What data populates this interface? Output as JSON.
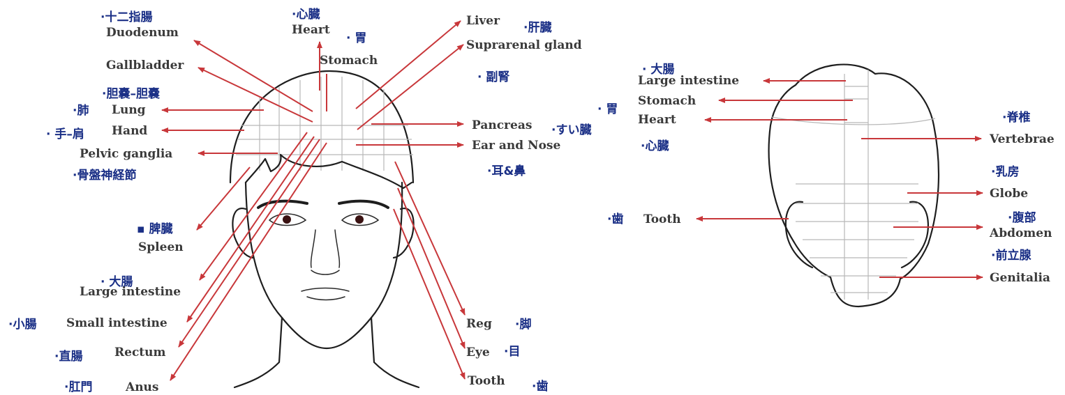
{
  "colors": {
    "english_label": "#3a3a3a",
    "japanese_label": "#1a2f86",
    "arrow": "#c8373a",
    "outline": "#1e1e1e",
    "grid": "#b8b8b8"
  },
  "front": {
    "heart": {
      "en": "Heart",
      "jp": "·心臓"
    },
    "stomach": {
      "en": "Stomach",
      "jp": "· 胃"
    },
    "duodenum": {
      "en": "Duodenum",
      "jp": "·十二指腸"
    },
    "gallbladder": {
      "en": "Gallbladder",
      "jp": "·胆嚢–胆嚢"
    },
    "lung": {
      "en": "Lung",
      "jp": "·肺"
    },
    "hand": {
      "en": "Hand",
      "jp": "· 手–肩"
    },
    "pelvic_ganglia": {
      "en": "Pelvic ganglia",
      "jp": "·骨盤神経節"
    },
    "spleen": {
      "en": "Spleen",
      "jp": "▪ 脾臓"
    },
    "large_intestine": {
      "en": "Large intestine",
      "jp": "· 大腸"
    },
    "small_intestine": {
      "en": "Small intestine",
      "jp": "·小腸"
    },
    "rectum": {
      "en": "Rectum",
      "jp": "·直腸"
    },
    "anus": {
      "en": "Anus",
      "jp": "·肛門"
    },
    "liver": {
      "en": "Liver",
      "jp": "·肝臓"
    },
    "suprarenal": {
      "en": "Suprarenal gland",
      "jp": "· 副腎"
    },
    "pancreas": {
      "en": "Pancreas",
      "jp": "·すい臓"
    },
    "ear_nose": {
      "en": "Ear and Nose",
      "jp": "·耳&鼻"
    },
    "reg": {
      "en": "Reg",
      "jp": "·脚"
    },
    "eye": {
      "en": "Eye",
      "jp": "·目"
    },
    "tooth": {
      "en": "Tooth",
      "jp": "·歯"
    }
  },
  "back": {
    "large_intestine": {
      "en": "Large intestine",
      "jp": "· 大腸"
    },
    "stomach": {
      "en": "Stomach",
      "jp": "· 胃"
    },
    "heart": {
      "en": "Heart",
      "jp": "·心臓"
    },
    "tooth": {
      "en": "Tooth",
      "jp": "·歯"
    },
    "vertebrae": {
      "en": "Vertebrae",
      "jp": "·脊椎"
    },
    "globe": {
      "en": "Globe",
      "jp": "·乳房"
    },
    "abdomen": {
      "en": "Abdomen",
      "jp": "·腹部"
    },
    "genitalia": {
      "en": "Genitalia",
      "jp": "·前立腺"
    }
  }
}
